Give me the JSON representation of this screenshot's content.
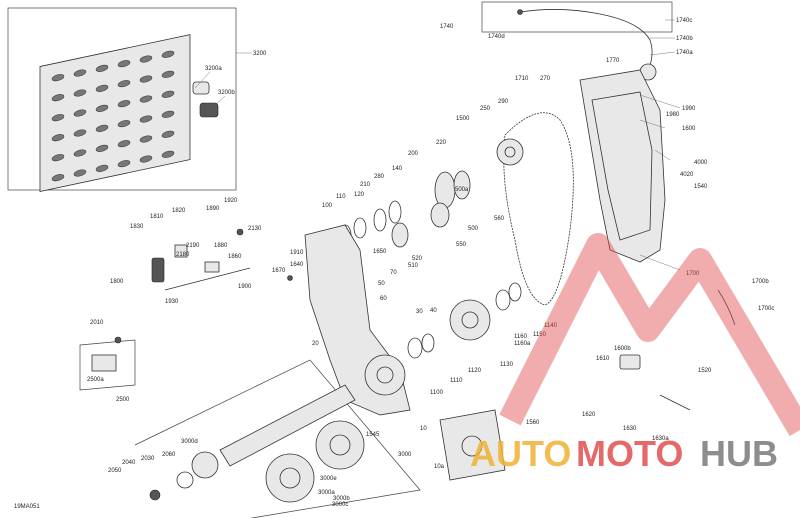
{
  "diagram": {
    "ref_code": "19MA051",
    "labels": [
      "3200",
      "3200a",
      "3200b",
      "1740",
      "1740c",
      "1740d",
      "1740b",
      "1740a",
      "1770",
      "1710",
      "270",
      "290",
      "1500",
      "250",
      "220",
      "200",
      "1990",
      "1980",
      "1600",
      "4000",
      "4020",
      "1540",
      "140",
      "500a",
      "280",
      "210",
      "560",
      "120",
      "110",
      "100",
      "500",
      "550",
      "1920",
      "1890",
      "1820",
      "1830",
      "1810",
      "2130",
      "2190",
      "2180",
      "1880",
      "1860",
      "1910",
      "1800",
      "1670",
      "1640",
      "520",
      "510",
      "70",
      "1930",
      "1900",
      "1650",
      "50",
      "60",
      "40",
      "1700",
      "1700b",
      "1700c",
      "2010",
      "30",
      "1140",
      "1150",
      "1160",
      "1160a",
      "1130",
      "2500a",
      "2500",
      "20",
      "1100",
      "1120",
      "1110",
      "1610",
      "1620",
      "1630",
      "1600b",
      "1630a",
      "1545",
      "10",
      "1520",
      "1560",
      "3000",
      "3000d",
      "2040",
      "2050",
      "2030",
      "2060",
      "3000a",
      "3000b",
      "3000c",
      "10a",
      "3000e"
    ],
    "watermark": {
      "auto": "AUTO",
      "moto": "MOTO",
      "hub": "HUB"
    }
  }
}
